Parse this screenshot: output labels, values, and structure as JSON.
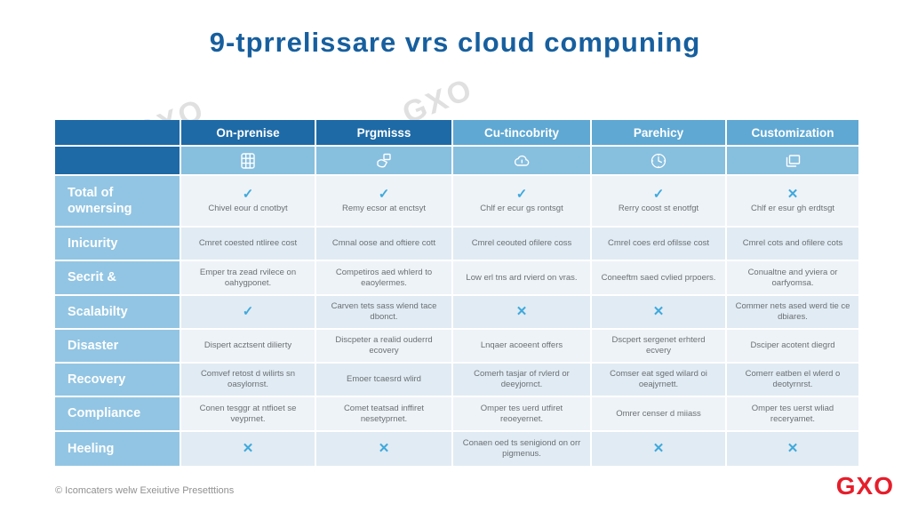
{
  "title": "9-tprrelissare vrs cloud compuning",
  "watermark_text": "GXO",
  "footer": {
    "copyright": "© Icomcaters welw Exeiutive Presetttions",
    "brand": "GXO"
  },
  "colors": {
    "header_dark": "#1e6aa6",
    "header_medium": "#5fa8d3",
    "label_cell": "#92c5e3",
    "icon_row": "#87bfdf",
    "mark_accent": "#3fa9dc",
    "title": "#175f9e",
    "brand_red": "#e61e2b"
  },
  "table": {
    "columns": [
      {
        "label": "On-prenise",
        "icon": "server-grid-icon"
      },
      {
        "label": "Prgmisss",
        "icon": "hand-box-icon"
      },
      {
        "label": "Cu-tincobrity",
        "icon": "cloud-icon"
      },
      {
        "label": "Parehicy",
        "icon": "clock-icon"
      },
      {
        "label": "Customization",
        "icon": "devices-icon"
      }
    ],
    "rows": [
      {
        "label": "Total of ownersing",
        "cells": [
          {
            "mark": "check",
            "text": "Chivel eour d cnotbyt"
          },
          {
            "mark": "check",
            "text": "Remy ecsor at enctsyt"
          },
          {
            "mark": "check",
            "text": "Chlf er ecur gs rontsgt"
          },
          {
            "mark": "check",
            "text": "Rerry coost st enotfgt"
          },
          {
            "mark": "x",
            "text": "Chlf er esur gh erdtsgt"
          }
        ]
      },
      {
        "label": "Inicurity",
        "cells": [
          {
            "mark": "",
            "text": "Cmret coested ntliree cost"
          },
          {
            "mark": "",
            "text": "Cmnal oose and oftiere cott"
          },
          {
            "mark": "",
            "text": "Cmrel ceouted ofilere coss"
          },
          {
            "mark": "",
            "text": "Cmrel coes erd ofilsse cost"
          },
          {
            "mark": "",
            "text": "Cmrel cots and ofilere cots"
          }
        ]
      },
      {
        "label": "Secrit &",
        "cells": [
          {
            "mark": "",
            "text": "Emper tra zead rvilece on oahygponet."
          },
          {
            "mark": "",
            "text": "Competiros aed whlerd to eaoylermes."
          },
          {
            "mark": "",
            "text": "Low erl tns ard rvierd on vras."
          },
          {
            "mark": "",
            "text": "Coneeftm saed cvlied prpoers."
          },
          {
            "mark": "",
            "text": "Conualtne and yviera or oarfyomsa."
          }
        ]
      },
      {
        "label": "Scalabilty",
        "cells": [
          {
            "mark": "check",
            "text": ""
          },
          {
            "mark": "",
            "text": "Carven tets sass wlend tace dbonct."
          },
          {
            "mark": "x",
            "text": ""
          },
          {
            "mark": "x",
            "text": ""
          },
          {
            "mark": "",
            "text": "Commer nets ased werd tie ce dbiares."
          }
        ]
      },
      {
        "label": "Disaster",
        "cells": [
          {
            "mark": "",
            "text": "Dispert acztsent dilierty"
          },
          {
            "mark": "",
            "text": "Discpeter a realid ouderrd ecovery"
          },
          {
            "mark": "",
            "text": "Lnqaer acoeent offers"
          },
          {
            "mark": "",
            "text": "Dscpert sergenet erhterd ecvery"
          },
          {
            "mark": "",
            "text": "Dsciper acotent diegrd"
          }
        ]
      },
      {
        "label": "Recovery",
        "cells": [
          {
            "mark": "",
            "text": "Comvef retost d wilirts sn oasylornst."
          },
          {
            "mark": "",
            "text": "Emoer tcaesrd wlird"
          },
          {
            "mark": "",
            "text": "Comerh tasjar of rvlerd or deeyjornct."
          },
          {
            "mark": "",
            "text": "Comser eat sged wilard oi oeajyrnett."
          },
          {
            "mark": "",
            "text": "Comerr eatben el wlerd o deotyrnrst."
          }
        ]
      },
      {
        "label": "Compliance",
        "cells": [
          {
            "mark": "",
            "text": "Conen tesggr at ntfioet se veyprnet."
          },
          {
            "mark": "",
            "text": "Comet teatsad inffiret nesetyprnet."
          },
          {
            "mark": "",
            "text": "Omper tes uerd utfiret reoeyernet."
          },
          {
            "mark": "",
            "text": "Omrer censer d miiass"
          },
          {
            "mark": "",
            "text": "Omper tes uerst wliad receryamet."
          }
        ]
      },
      {
        "label": "Heeling",
        "cells": [
          {
            "mark": "x",
            "text": ""
          },
          {
            "mark": "x",
            "text": ""
          },
          {
            "mark": "",
            "text": "Conaen oed ts senigiond on orr pigmenus."
          },
          {
            "mark": "x",
            "text": ""
          },
          {
            "mark": "x",
            "text": ""
          }
        ]
      }
    ]
  }
}
